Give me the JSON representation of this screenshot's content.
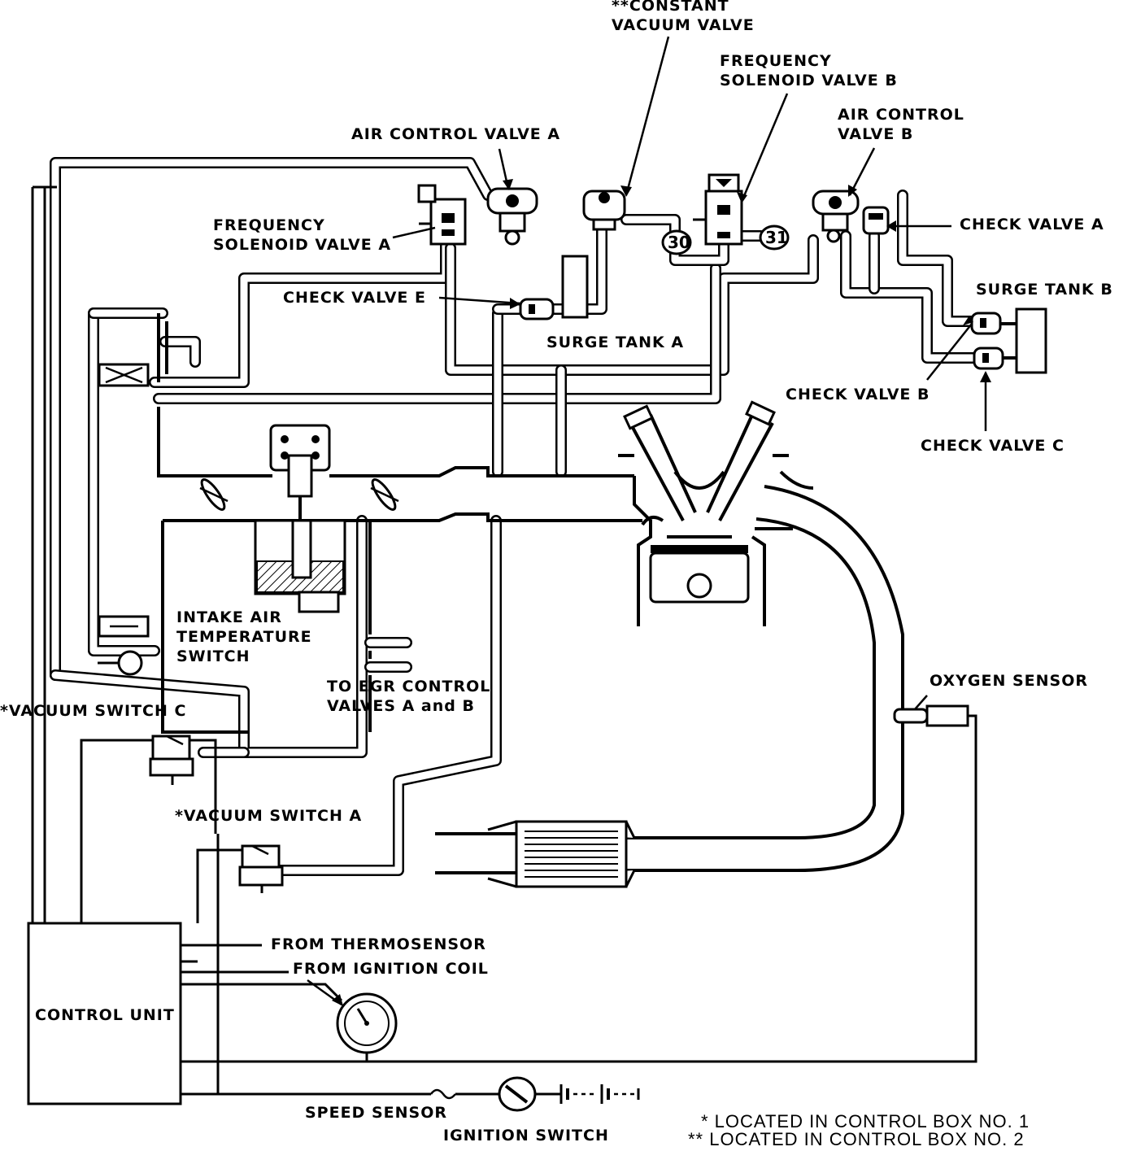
{
  "labels": {
    "constant_vacuum_valve": "**CONSTANT\nVACUUM VALVE",
    "frequency_solenoid_valve_b": "FREQUENCY\nSOLENOID VALVE B",
    "air_control_valve_a": "AIR CONTROL VALVE A",
    "air_control_valve_b": "AIR CONTROL\nVALVE B",
    "frequency_solenoid_valve_a": "FREQUENCY\nSOLENOID VALVE A",
    "check_valve_a": "CHECK VALVE A",
    "check_valve_e": "CHECK VALVE E",
    "surge_tank_b": "SURGE TANK B",
    "surge_tank_a": "SURGE TANK A",
    "check_valve_b": "CHECK VALVE B",
    "check_valve_c": "CHECK VALVE C",
    "intake_air_temperature_switch": "INTAKE AIR\nTEMPERATURE\nSWITCH",
    "to_egr_control_valves": "TO EGR CONTROL\nVALVES A and B",
    "oxygen_sensor": "OXYGEN SENSOR",
    "vacuum_switch_c": "*VACUUM SWITCH C",
    "vacuum_switch_a": "*VACUUM SWITCH A",
    "from_thermosensor": "FROM THERMOSENSOR",
    "from_ignition_coil": "FROM IGNITION COIL",
    "control_unit": "CONTROL UNIT",
    "speed_sensor": "SPEED SENSOR",
    "ignition_switch": "IGNITION SWITCH",
    "port_30": "30",
    "port_31": "31"
  },
  "legend": {
    "line1": "* LOCATED IN CONTROL BOX NO. 1",
    "line2": "** LOCATED IN CONTROL BOX NO. 2"
  }
}
